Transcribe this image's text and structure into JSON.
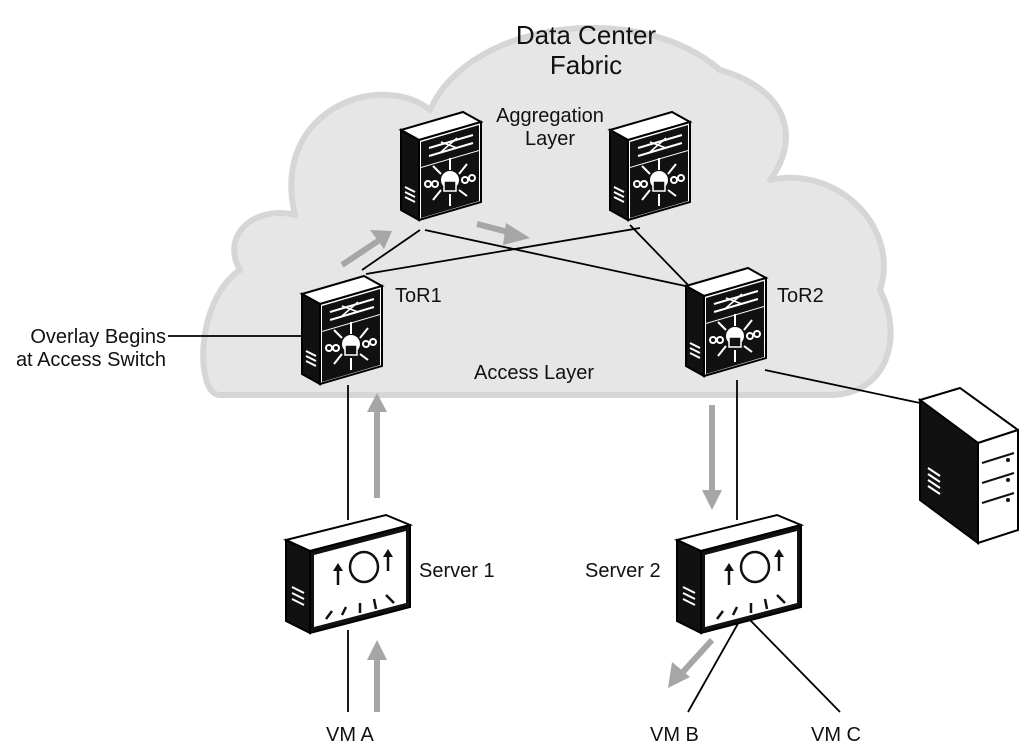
{
  "cloud": {
    "title_line1": "Data Center",
    "title_line2": "Fabric"
  },
  "labels": {
    "aggregation_line1": "Aggregation",
    "aggregation_line2": "Layer",
    "access_layer": "Access Layer",
    "overlay_line1": "Overlay Begins",
    "overlay_line2": "at Access Switch",
    "tor1": "ToR1",
    "tor2": "ToR2",
    "server1": "Server 1",
    "server2": "Server 2",
    "vm_a": "VM A",
    "vm_b": "VM B",
    "vm_c": "VM C"
  },
  "colors": {
    "cloud_fill": "#e6e6e6",
    "cloud_stroke": "#d6d6d6",
    "arrow": "#a6a6a6",
    "device": "#111111",
    "line": "#000000"
  },
  "icons": {
    "multilayer_switch": "multilayer-switch-icon",
    "server": "server-icon",
    "host": "tower-server-icon"
  }
}
